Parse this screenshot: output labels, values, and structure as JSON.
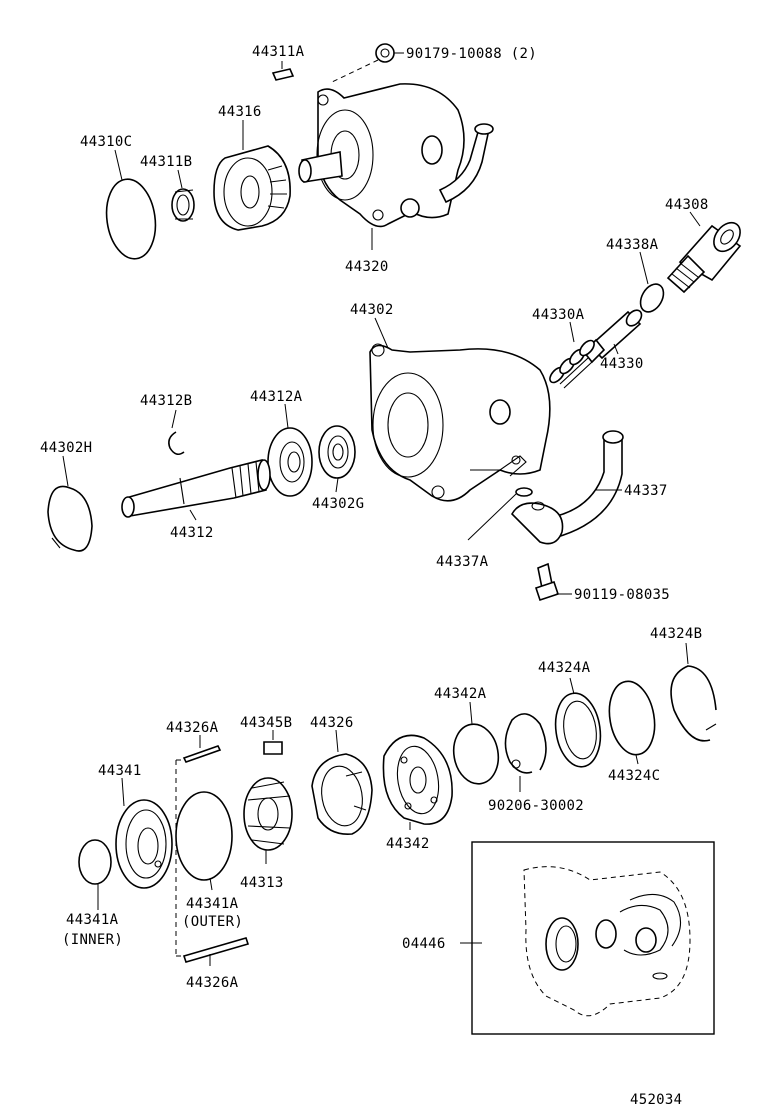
{
  "diagram": {
    "labels": {
      "p44311A": "44311A",
      "p90179": "90179-10088 (2)",
      "p44316": "44316",
      "p44310C": "44310C",
      "p44311B": "44311B",
      "p44320": "44320",
      "p44308": "44308",
      "p44338A": "44338A",
      "p44302": "44302",
      "p44330A": "44330A",
      "p44330": "44330",
      "p44312B": "44312B",
      "p44312A": "44312A",
      "p44302H": "44302H",
      "p44337": "44337",
      "p44302G": "44302G",
      "p44312": "44312",
      "p44337A": "44337A",
      "p90119": "90119-08035",
      "p44324B": "44324B",
      "p44324A": "44324A",
      "p44342A": "44342A",
      "p44326A_top": "44326A",
      "p44345B": "44345B",
      "p44326": "44326",
      "p44341": "44341",
      "p90206": "90206-30002",
      "p44324C": "44324C",
      "p44342": "44342",
      "p44313": "44313",
      "p44341A_outer": "44341A",
      "p44341A_outer_note": "(OUTER)",
      "p44341A_inner": "44341A",
      "p44341A_inner_note": "(INNER)",
      "p04446": "04446",
      "p44326A_bottom": "44326A",
      "figure_number": "452034"
    }
  }
}
